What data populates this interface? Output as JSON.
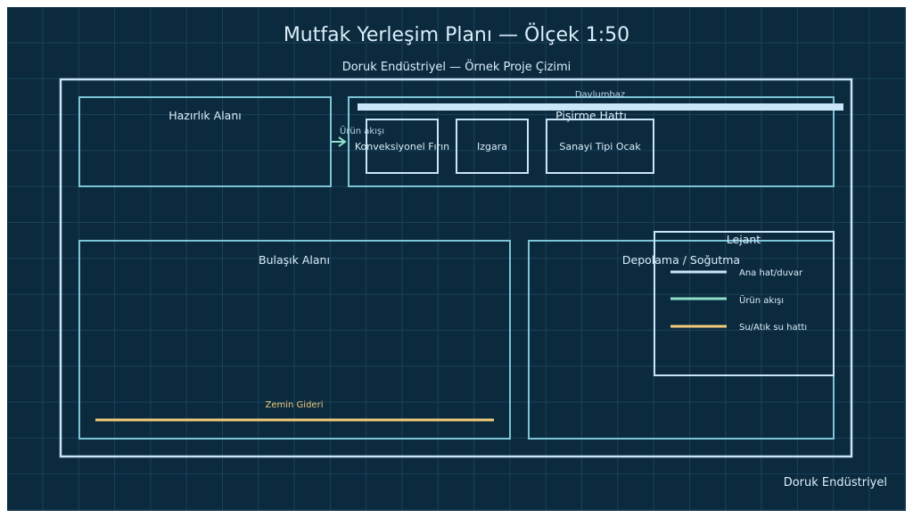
{
  "colors": {
    "background": "#0b2a3e",
    "grid": "#1b4259",
    "outline_light": "#c8e6f7",
    "zone_outline": "#7cc4d6",
    "equipment_outline": "#c8e6f7",
    "product_flow": "#8fe0c8",
    "water_line": "#f2cc7a",
    "text_primary": "#dbeefa",
    "text_secondary": "#b9d8e8",
    "drain_label": "#f2cc7a"
  },
  "title": "Mutfak Yerleşim Planı — Ölçek 1:50",
  "subtitle": "Doruk Endüstriyel — Örnek Proje Çizimi",
  "footer": "Doruk Endüstriyel",
  "zones": {
    "prep": "Hazırlık Alanı",
    "cooking": "Pişirme Hattı",
    "dish": "Bulaşık Alanı",
    "storage": "Depolama / Soğutma"
  },
  "equipment": {
    "oven": "Konveksiyonel Fırın",
    "grill": "Izgara",
    "stove": "Sanayi Tipi Ocak"
  },
  "hood": "Davlumbaz",
  "flow_label": "Ürün akışı",
  "drain_label": "Zemin Gideri",
  "legend": {
    "title": "Lejant",
    "items": [
      {
        "label": "Ana hat/duvar",
        "color": "#c8e6f7"
      },
      {
        "label": "Ürün akışı",
        "color": "#8fe0c8"
      },
      {
        "label": "Su/Atık su hattı",
        "color": "#f2cc7a"
      }
    ]
  }
}
